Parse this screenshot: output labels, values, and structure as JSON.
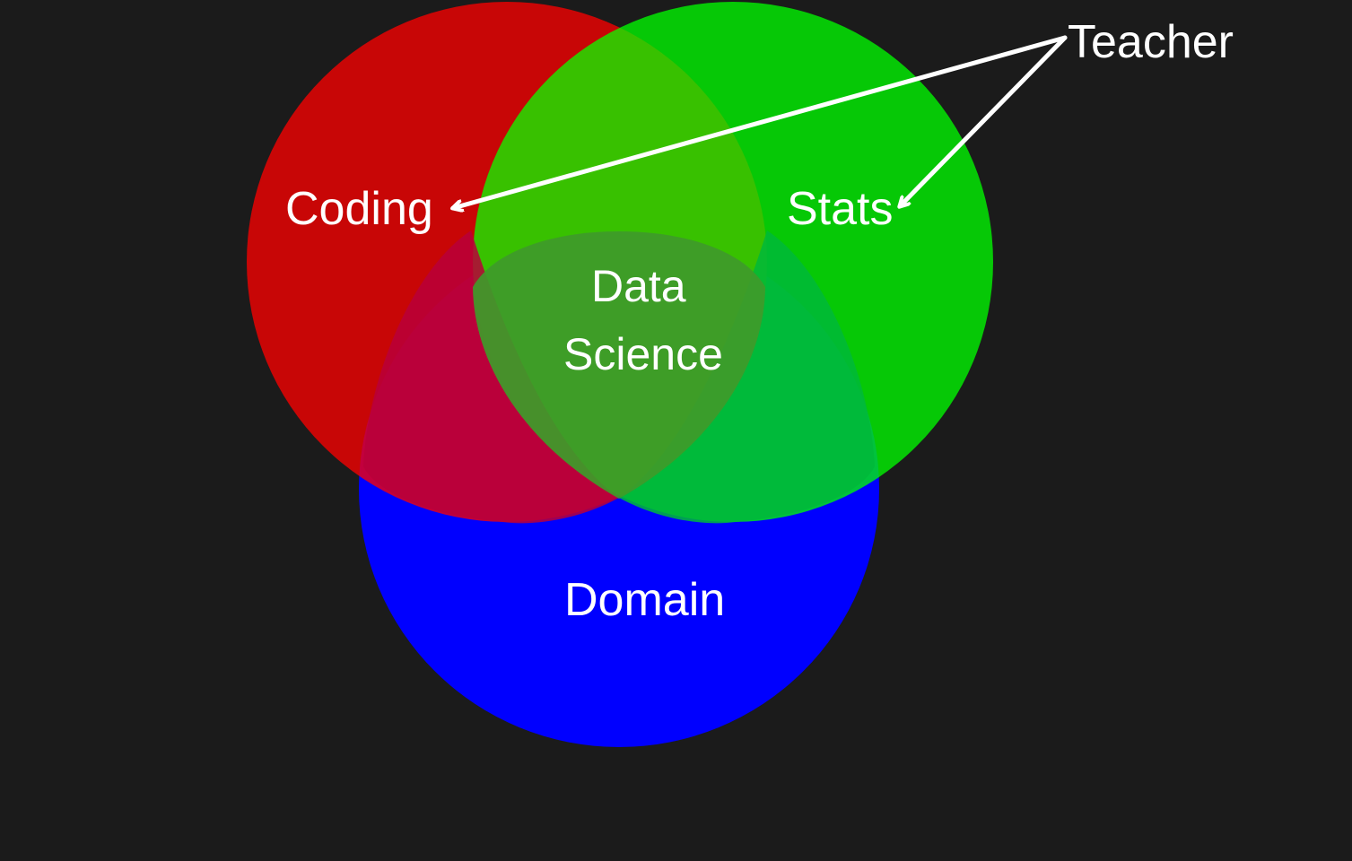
{
  "diagram": {
    "background_color": "#1b1b1b",
    "sets": [
      {
        "id": "coding",
        "label": "Coding",
        "color": "#ff0000"
      },
      {
        "id": "stats",
        "label": "Stats",
        "color": "#00ff00"
      },
      {
        "id": "domain",
        "label": "Domain",
        "color": "#0000ff"
      }
    ],
    "center": {
      "line1": "Data",
      "line2": "Science"
    },
    "annotation": {
      "label": "Teacher",
      "points_to": [
        "Coding",
        "Stats"
      ],
      "color": "#ffffff"
    }
  }
}
